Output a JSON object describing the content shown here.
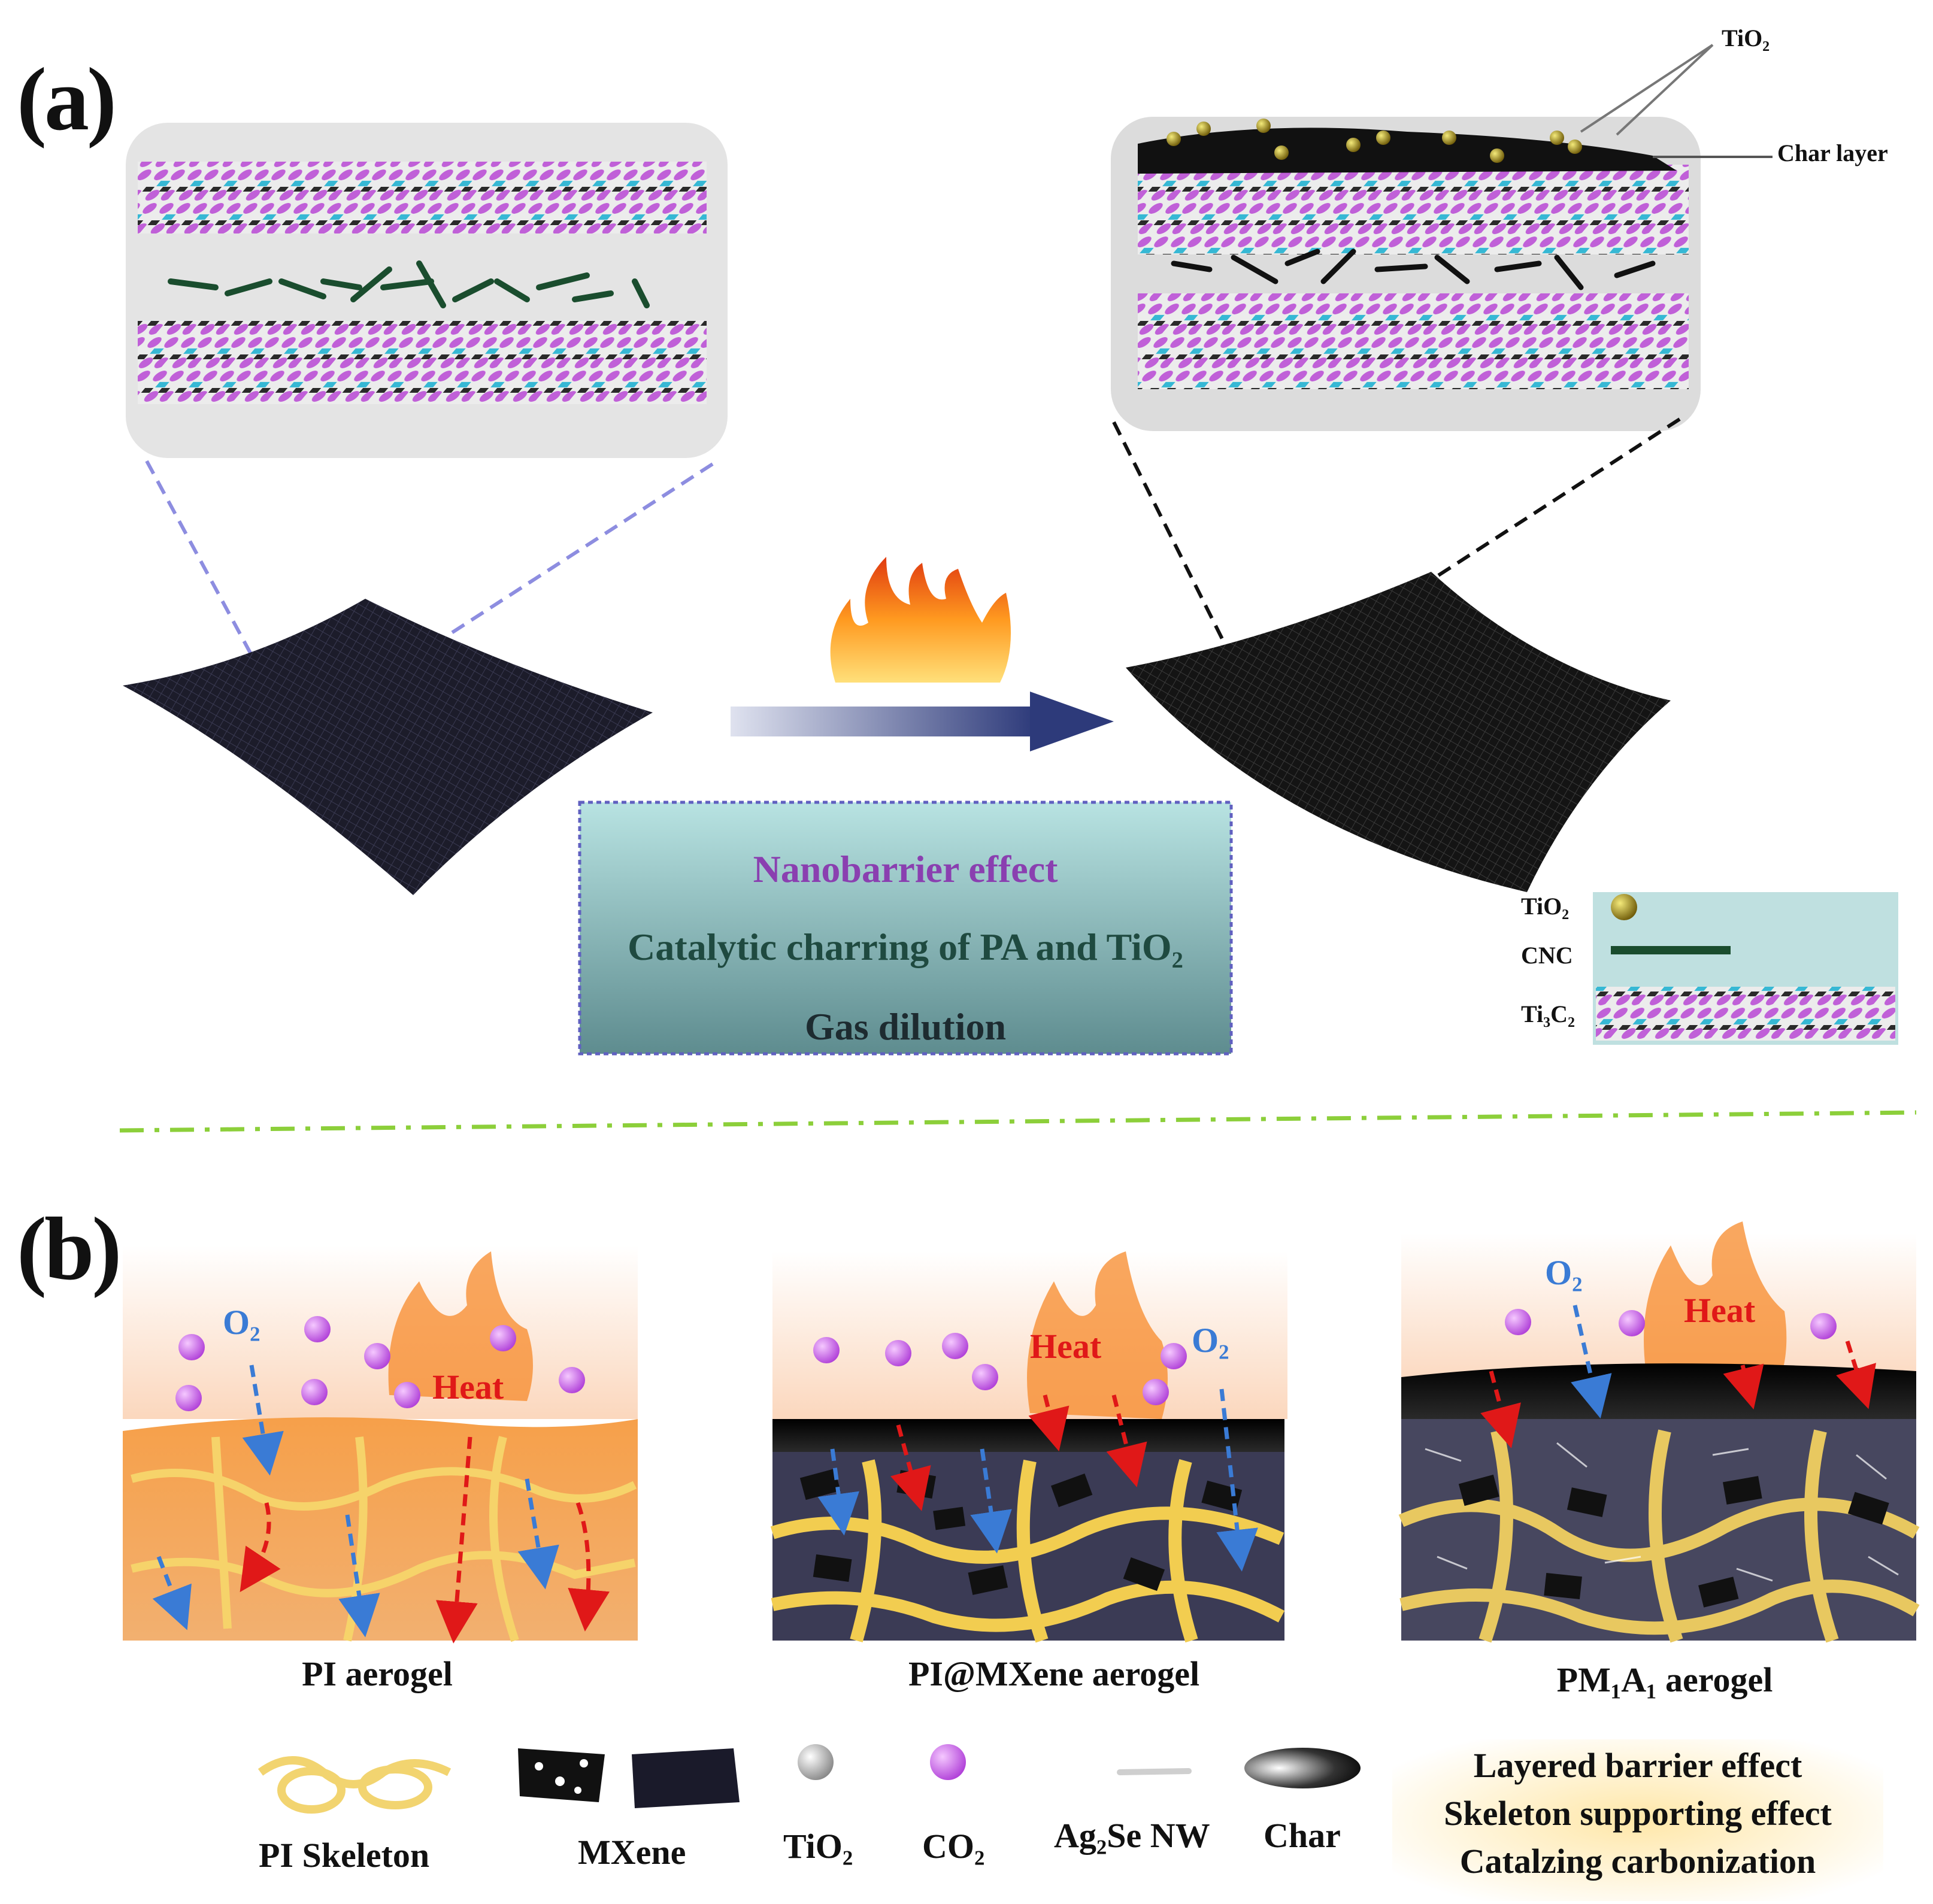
{
  "panel_a": {
    "label": "(a)",
    "effects": [
      "Nanobarrier effect",
      "Catalytic charring of PA and TiO₂",
      "Gas dilution"
    ],
    "annot_tio2": "TiO₂",
    "annot_char": "Char layer",
    "legend": {
      "tio2": "TiO₂",
      "cnc": "CNC",
      "ti3c2": "Ti₃C₂"
    },
    "colors": {
      "effect1": "#8a3fb0",
      "effect2": "#1f4a40",
      "effect3": "#1d2b30",
      "mxene_pink": "#c060d8",
      "mxene_cyan": "#36b8d4",
      "cnc": "#1a4d2e"
    }
  },
  "panel_b": {
    "label": "(b)",
    "captions": [
      "PI aerogel",
      "PI@MXene aerogel",
      "PM₁A₁ aerogel"
    ],
    "flow_labels": {
      "o2": "O₂",
      "heat": "Heat"
    },
    "legend": {
      "skeleton": "PI Skeleton",
      "mxene": "MXene",
      "tio2": "TiO₂",
      "co2": "CO₂",
      "ag2se": "Ag₂Se NW",
      "char": "Char"
    },
    "effects": [
      "Layered barrier effect",
      "Skeleton supporting effect",
      "Catalzing carbonization"
    ]
  }
}
